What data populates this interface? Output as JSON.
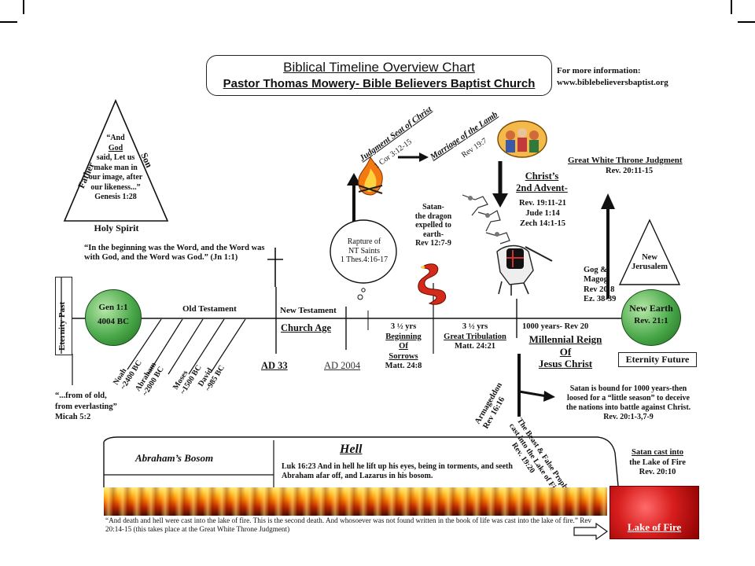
{
  "header": {
    "title": "Biblical Timeline Overview Chart",
    "subtitle": "Pastor Thomas Mowery- Bible Believers Baptist Church",
    "info_label": "For more information:",
    "info_url": "www.biblebelieversbaptist.org"
  },
  "trinity": {
    "father": "Father",
    "son": "Son",
    "spirit": "Holy Spirit",
    "quote": [
      "“And",
      "God",
      "said, Let us",
      "make man in",
      "our image, after",
      "our likeness...”",
      "Genesis 1:28"
    ]
  },
  "john_quote": "“In the beginning was the Word, and the Word was with God, and the Word was God.” (Jn 1:1)",
  "eternity_past": "Eternity Past",
  "genesis_circle": {
    "line1": "Gen 1:1",
    "line2": "4004 BC"
  },
  "micah_quote": [
    "“...from of old,",
    "from everlasting”",
    "Micah 5:2"
  ],
  "old_testament": "Old Testament",
  "patriarchs": [
    {
      "name": "Noah",
      "date": "~2400 BC"
    },
    {
      "name": "Abraham",
      "date": "~2000 BC"
    },
    {
      "name": "Moses",
      "date": "~1500 BC"
    },
    {
      "name": "David",
      "date": "~985 BC"
    }
  ],
  "new_testament": "New Testament",
  "church_age": "Church Age",
  "ad33": "AD 33",
  "ad2004": "AD 2004",
  "rapture": [
    "Rapture of",
    "NT Saints",
    "1 Thes.4:16-17"
  ],
  "judgment_seat": {
    "title": "Judgment Seat of Christ",
    "ref": "1 Cor 3:12-15"
  },
  "marriage": {
    "title": "Marriage of the Lamb",
    "ref": "Rev 19:7"
  },
  "satan_expelled": [
    "Satan-",
    "the dragon",
    "expelled to",
    "earth-",
    "Rev 12:7-9"
  ],
  "second_advent": {
    "line1": "Christ’s",
    "line2": "2nd Advent-",
    "refs": [
      "Rev. 19:11-21",
      "Jude 1:14",
      "Zech 14:1-15"
    ]
  },
  "great_white_throne": {
    "title": "Great White Throne Judgment",
    "ref": "Rev. 20:11-15"
  },
  "gog_magog": [
    "Gog &",
    "Magog",
    "Rev 20:8",
    "Ez. 38-39"
  ],
  "new_jerusalem": [
    "New",
    "Jerusalem"
  ],
  "new_earth": {
    "line1": "New Earth",
    "line2": "Rev. 21:1"
  },
  "eternity_future": "Eternity Future",
  "sorrows": {
    "years": "3 ½ yrs",
    "line1": "Beginning",
    "line2": "Of",
    "line3": "Sorrows",
    "ref": "Matt. 24:8"
  },
  "tribulation": {
    "years": "3 ½ yrs",
    "title": "Great Tribulation",
    "ref": "Matt. 24:21"
  },
  "millennium": {
    "years": "1000 years- Rev 20",
    "line1": "Millennial Reign",
    "line2": "Of",
    "line3": "Jesus Christ"
  },
  "armageddon": {
    "title": "Armageddon",
    "ref": "Rev 16:16"
  },
  "satan_bound": [
    "Satan is bound for 1000 years-then",
    "loosed for a “little season” to deceive",
    "the nations into battle against Christ.",
    "Rev. 20:1-3,7-9"
  ],
  "beast": [
    "The Beast & False Prophet are",
    "cast into the Lake of Fire",
    "Rev. 19:20"
  ],
  "hell": {
    "title": "Hell",
    "bosom": "Abraham’s Bosom",
    "luke": "Luk 16:23  And in hell he lift up his eyes, being in torments, and seeth Abraham afar off, and Lazarus in his bosom."
  },
  "satan_cast": [
    "Satan cast into",
    "the Lake of Fire",
    "Rev. 20:10"
  ],
  "lake_of_fire": "Lake of Fire",
  "rev20_quote": "“And death and hell were cast into the lake of fire. This is the second death. And whosoever was not found written in the book of life was cast into the lake of fire.” Rev 20:14-15 (this takes place at the Great White Throne Judgment)"
}
